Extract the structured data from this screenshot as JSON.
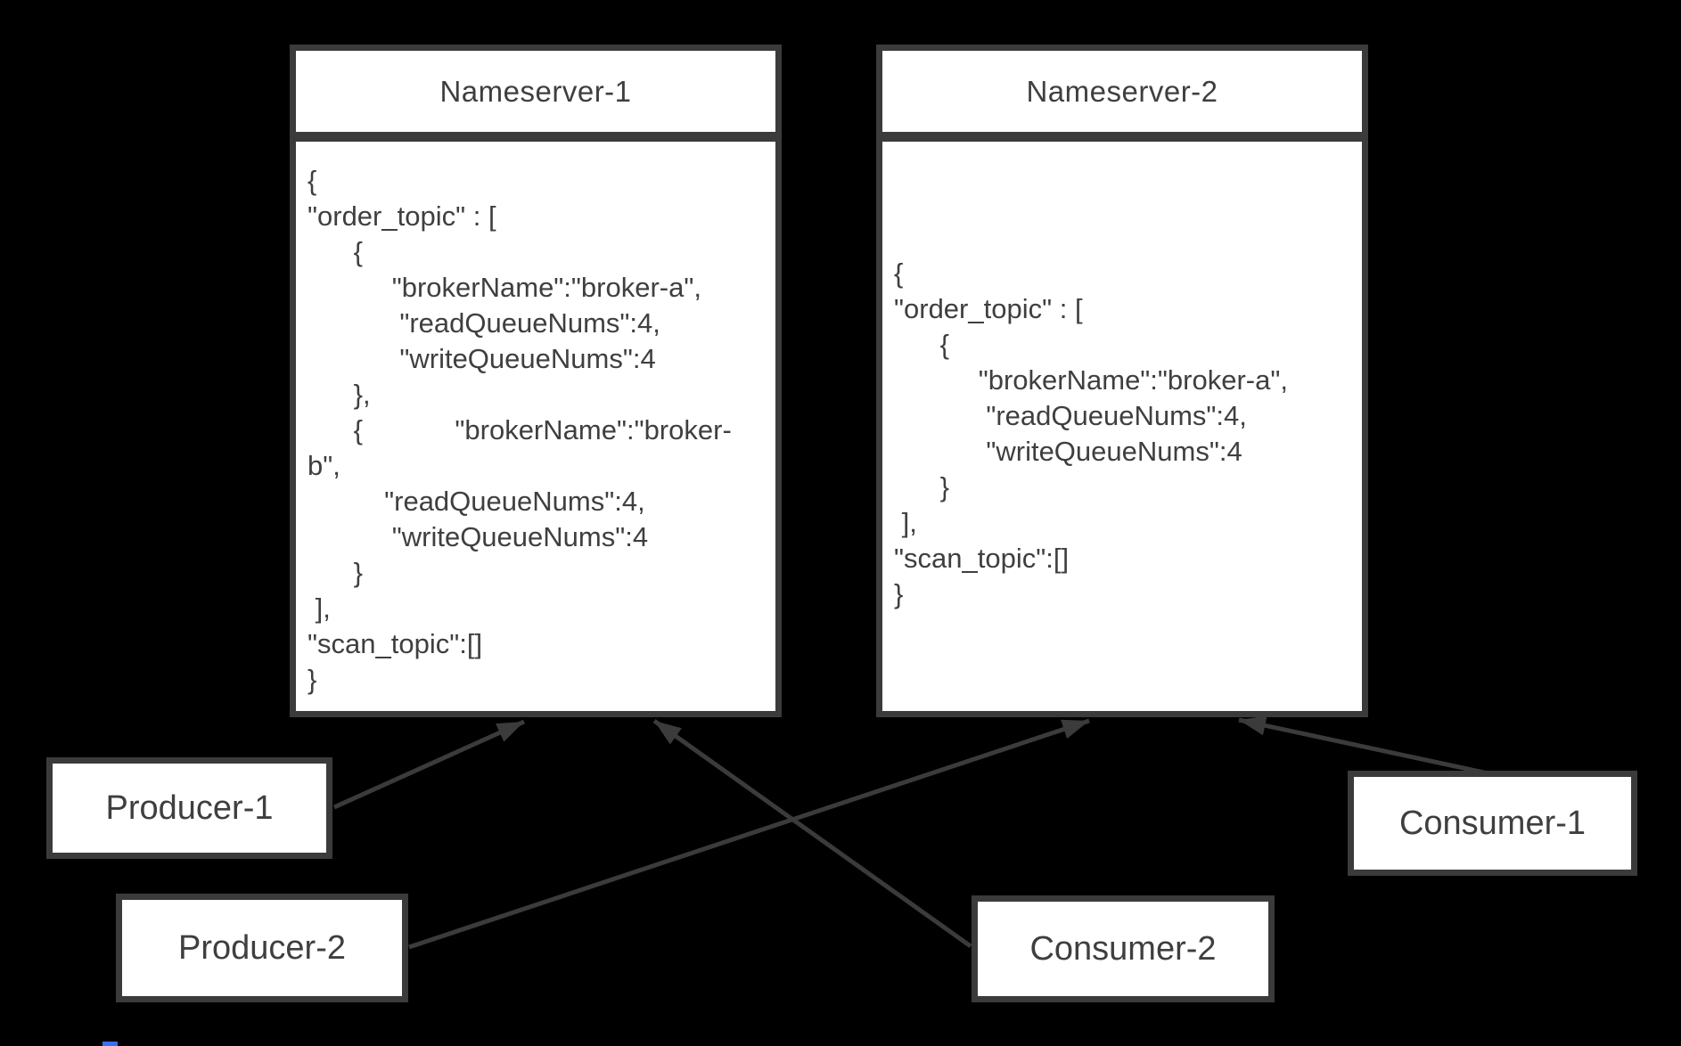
{
  "nameservers": [
    {
      "title": "Nameserver-1",
      "registry": "{\n\"order_topic\" : [\n      {\n           \"brokerName\":\"broker-a\",\n            \"readQueueNums\":4,\n            \"writeQueueNums\":4\n      },\n      {            \"brokerName\":\"broker-\nb\",\n          \"readQueueNums\":4,\n           \"writeQueueNums\":4\n      }\n ],\n\"scan_topic\":[]\n}"
    },
    {
      "title": "Nameserver-2",
      "registry": "{\n\"order_topic\" : [\n      {\n           \"brokerName\":\"broker-a\",\n            \"readQueueNums\":4,\n            \"writeQueueNums\":4\n      }\n ],\n\"scan_topic\":[]\n}"
    }
  ],
  "clients": [
    {
      "label": "Producer-1"
    },
    {
      "label": "Producer-2"
    },
    {
      "label": "Consumer-1"
    },
    {
      "label": "Consumer-2"
    }
  ],
  "colors": {
    "background": "#000000",
    "box_fill": "#ffffff",
    "line": "#3b3b3b",
    "text": "#3f3f3f",
    "artifact_blue": "#3a6ff2"
  }
}
